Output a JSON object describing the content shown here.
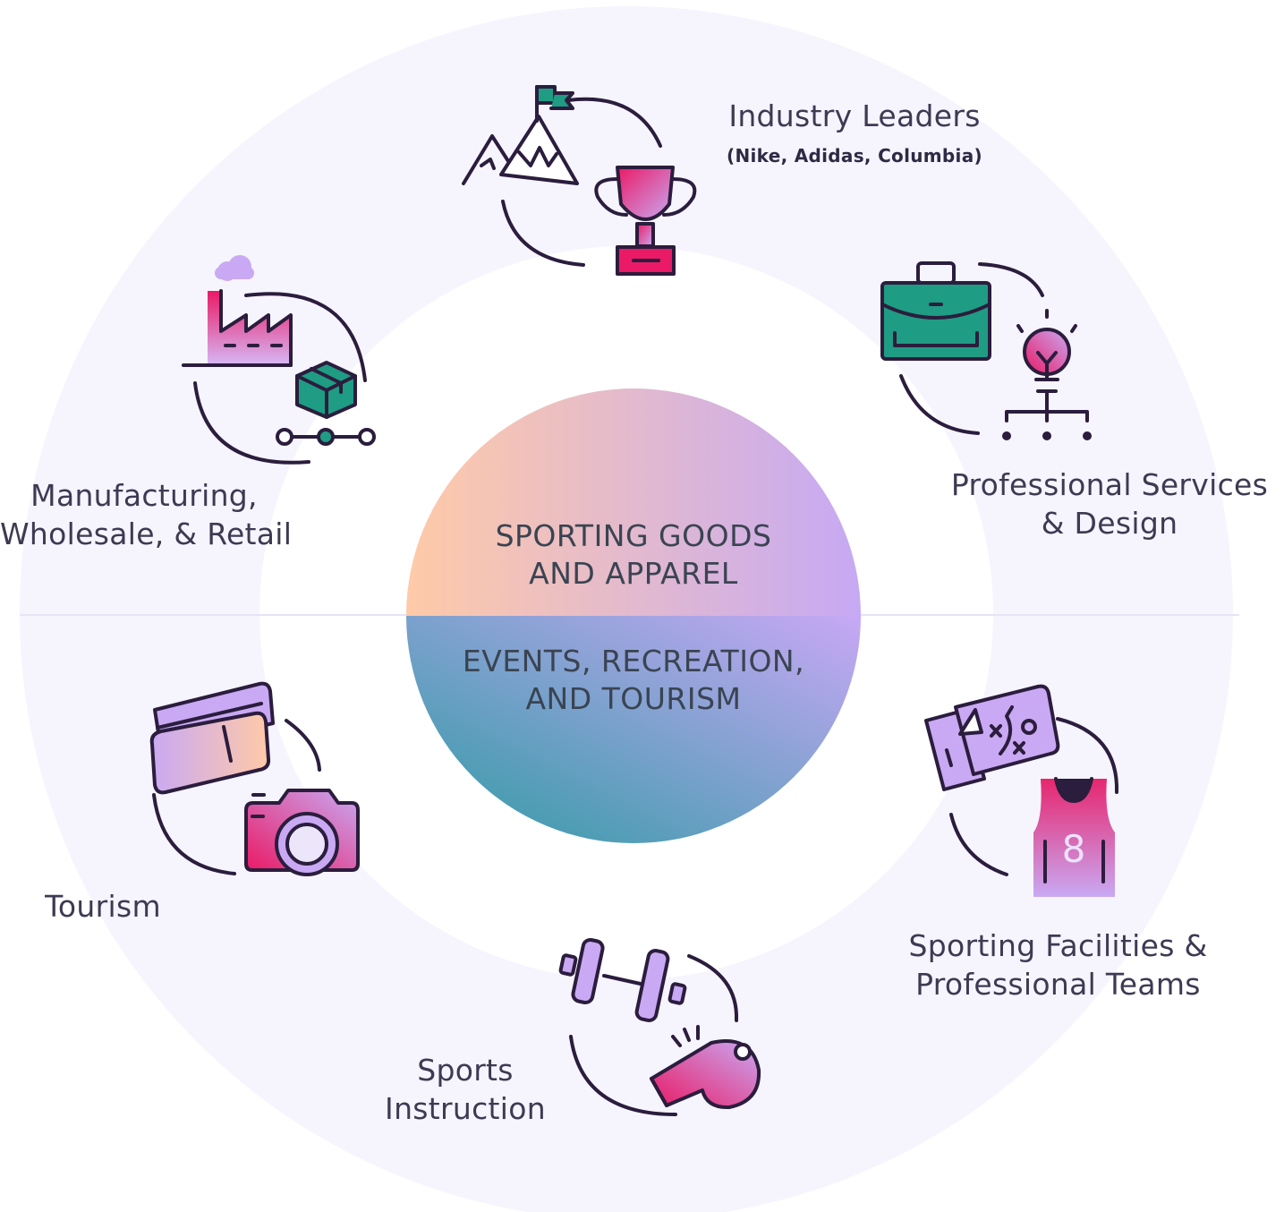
{
  "center": {
    "top_line1": "SPORTING GOODS",
    "top_line2": "AND APPAREL",
    "bottom_line1": "EVENTS, RECREATION,",
    "bottom_line2": "AND TOURISM"
  },
  "segments": {
    "industry": {
      "title": "Industry Leaders",
      "subtitle": "(Nike, Adidas, Columbia)",
      "icons": [
        "mountain-flag-icon",
        "trophy-icon"
      ]
    },
    "professional": {
      "line1": "Professional Services",
      "line2": "& Design",
      "icons": [
        "briefcase-icon",
        "lightbulb-network-icon"
      ]
    },
    "manufacturing": {
      "line1": "Manufacturing,",
      "line2": "Wholesale, & Retail",
      "icons": [
        "factory-icon",
        "package-icon"
      ]
    },
    "tourism": {
      "title": "Tourism",
      "icons": [
        "tickets-icon",
        "camera-icon"
      ]
    },
    "facilities": {
      "line1": "Sporting Facilities &",
      "line2": "Professional Teams",
      "icons": [
        "playbook-icon",
        "jersey-icon"
      ],
      "jersey_number": "8"
    },
    "instruction": {
      "line1": "Sports",
      "line2": "Instruction",
      "icons": [
        "dumbbell-icon",
        "whistle-icon"
      ]
    }
  },
  "colors": {
    "ring": "#f6f4fd",
    "outline": "#2b1d3d",
    "teal": "#1f9c84",
    "pink": "#e8176a",
    "lavender": "#c9a9f3",
    "peach": "#ffc9a8",
    "deep_teal": "#3a96a6"
  }
}
